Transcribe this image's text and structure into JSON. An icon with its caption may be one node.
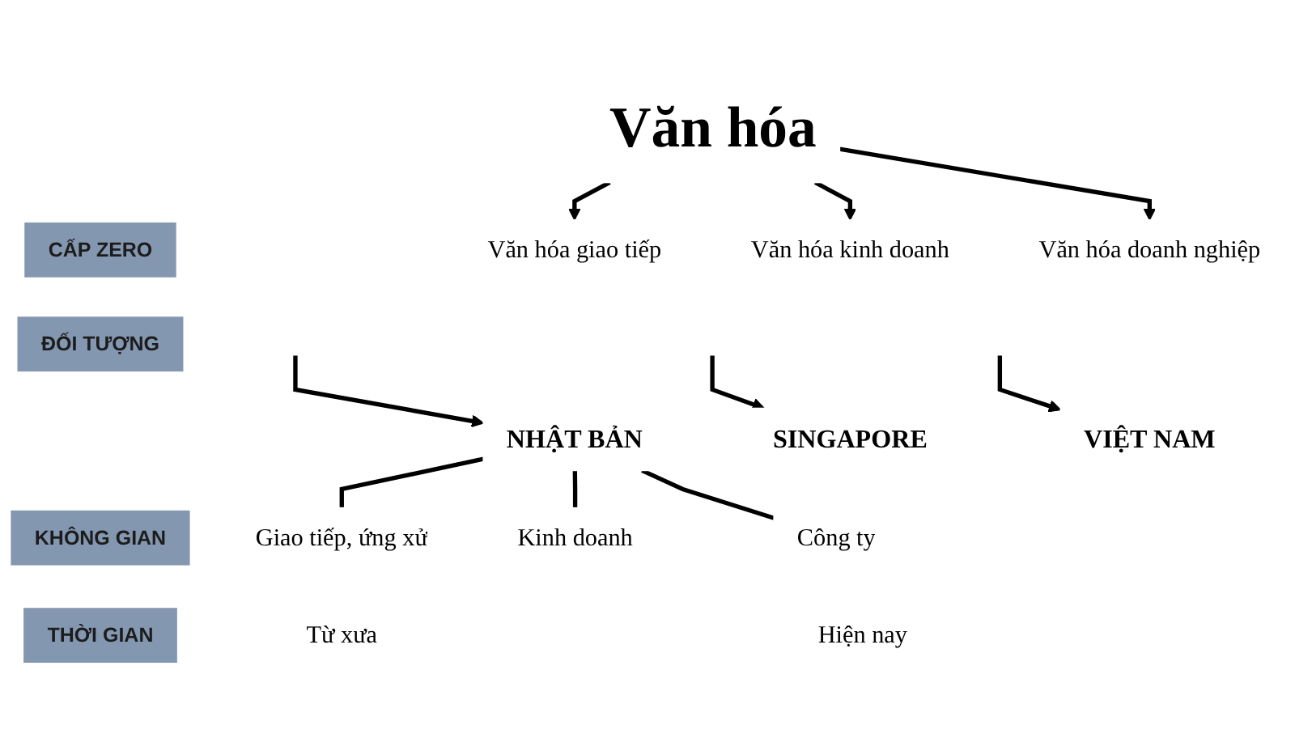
{
  "diagram": {
    "nodes": [
      {
        "text": [
          "Văn hóa"
        ]
      },
      {
        "text": [
          "CẤP ZERO"
        ]
      },
      {
        "text": [
          "Văn hóa giao tiếp"
        ]
      },
      {
        "text": [
          "Văn hóa kinh doanh"
        ]
      },
      {
        "text": [
          "Văn hóa doanh nghiệp"
        ]
      },
      {
        "text": [
          "ĐỐI TƯỢNG"
        ]
      },
      {
        "text": [
          "NHẬT BẢN"
        ]
      },
      {
        "text": [
          "SINGAPORE"
        ]
      },
      {
        "text": [
          "VIỆT NAM"
        ]
      },
      {
        "text": [
          "KHÔNG GIAN"
        ]
      },
      {
        "text": [
          "Giao tiếp, ứng xử"
        ]
      },
      {
        "text": [
          "Kinh doanh"
        ]
      },
      {
        "text": [
          "Công ty"
        ]
      },
      {
        "text": [
          "THỜI GIAN"
        ]
      },
      {
        "text": [
          "Từ xưa"
        ]
      },
      {
        "text": [
          "Hiện nay"
        ]
      }
    ],
    "edges": [
      {
        "from": 0,
        "to": 2,
        "arrow": "to"
      },
      {
        "from": 0,
        "to": 3,
        "arrow": "to"
      },
      {
        "from": 0,
        "to": 4,
        "arrow": "to"
      },
      {
        "from": null,
        "to": 6,
        "arrow": "to"
      },
      {
        "from": null,
        "to": 7,
        "arrow": "to"
      },
      {
        "from": null,
        "to": 8,
        "arrow": "to"
      },
      {
        "from": 6,
        "to": 10,
        "arrow": "none"
      },
      {
        "from": 6,
        "to": 11,
        "arrow": "none"
      },
      {
        "from": 6,
        "to": 12,
        "arrow": "none"
      }
    ]
  }
}
